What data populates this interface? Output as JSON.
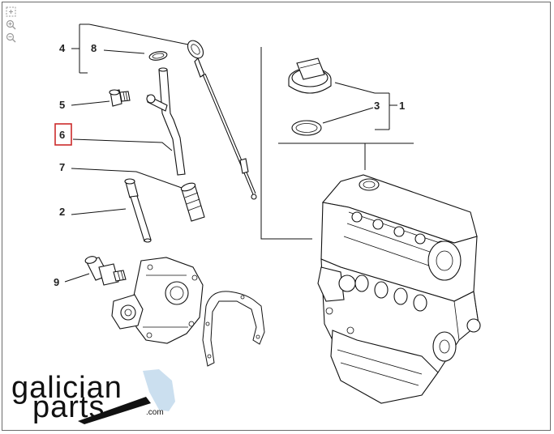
{
  "toolbar": {
    "fit_icon": "fit-to-window-icon",
    "zoom_in_icon": "zoom-in-icon",
    "zoom_out_icon": "zoom-out-icon"
  },
  "callouts": [
    {
      "id": "c4",
      "label": "4"
    },
    {
      "id": "c8",
      "label": "8"
    },
    {
      "id": "c5",
      "label": "5"
    },
    {
      "id": "c6",
      "label": "6",
      "highlighted": true
    },
    {
      "id": "c7",
      "label": "7"
    },
    {
      "id": "c2",
      "label": "2"
    },
    {
      "id": "c9",
      "label": "9"
    },
    {
      "id": "c3",
      "label": "3"
    },
    {
      "id": "c1",
      "label": "1"
    }
  ],
  "highlight_color": "#cc2b2b",
  "logo": {
    "line1": "galician",
    "line2": "parts",
    "suffix": ".com",
    "accent_color": "#b9d4ea"
  }
}
